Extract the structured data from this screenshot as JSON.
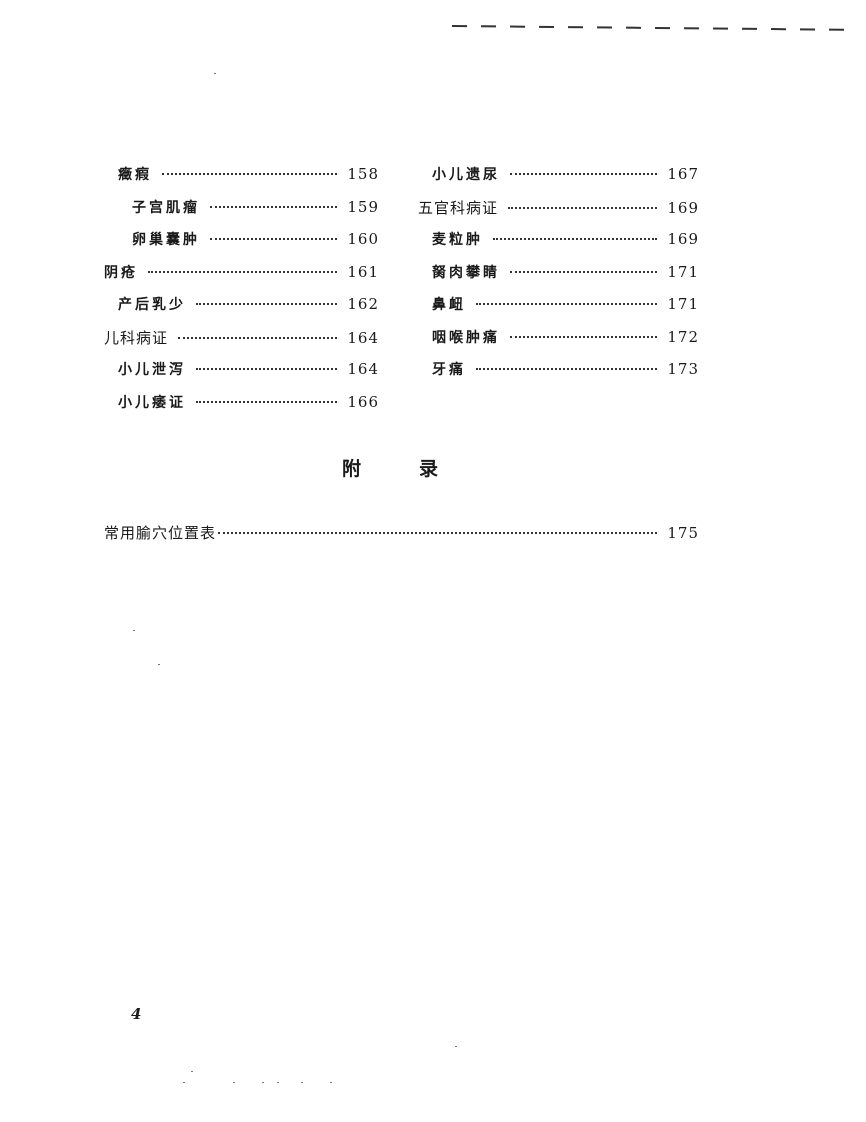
{
  "toc": {
    "left_column": [
      {
        "label": "癥瘕",
        "page": "158",
        "level": 2
      },
      {
        "label": "子宫肌瘤",
        "page": "159",
        "level": 3
      },
      {
        "label": "卵巢囊肿",
        "page": "160",
        "level": 3
      },
      {
        "label": "阴疮",
        "page": "161",
        "level": 2
      },
      {
        "label": "产后乳少",
        "page": "162",
        "level": 2
      },
      {
        "label": "儿科病证",
        "page": "164",
        "level": 1
      },
      {
        "label": "小儿泄泻",
        "page": "164",
        "level": 2
      },
      {
        "label": "小儿痿证",
        "page": "166",
        "level": 2
      }
    ],
    "right_column": [
      {
        "label": "小儿遗尿",
        "page": "167",
        "level": 2
      },
      {
        "label": "五官科病证",
        "page": "169",
        "level": 1
      },
      {
        "label": "麦粒肿",
        "page": "169",
        "level": 2
      },
      {
        "label": "胬肉攀睛",
        "page": "171",
        "level": 2
      },
      {
        "label": "鼻衄",
        "page": "171",
        "level": 2
      },
      {
        "label": "咽喉肿痛",
        "page": "172",
        "level": 2
      },
      {
        "label": "牙痛",
        "page": "173",
        "level": 2
      }
    ]
  },
  "appendix": {
    "title_chars": [
      "附",
      "录"
    ],
    "entry": {
      "label": "常用腧穴位置表",
      "page": "175"
    }
  },
  "footer": {
    "page_number": "4"
  }
}
